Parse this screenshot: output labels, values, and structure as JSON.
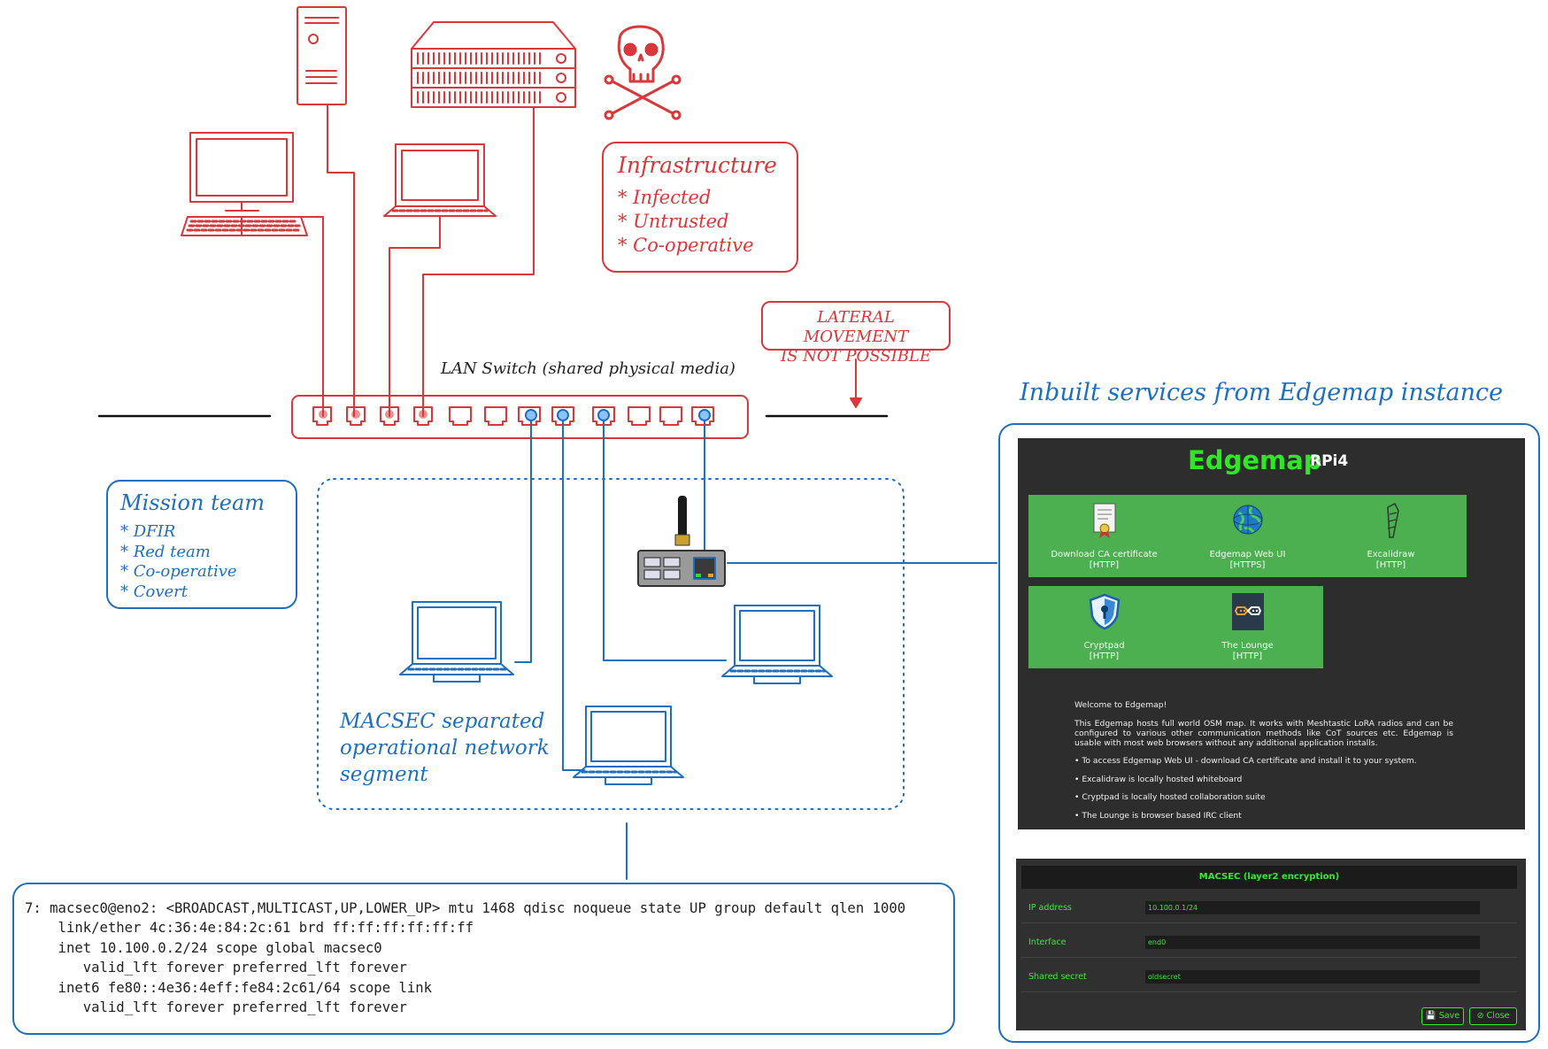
{
  "infrastructure": {
    "title": "Infrastructure",
    "items": [
      "* Infected",
      "* Untrusted",
      "* Co-operative"
    ]
  },
  "lateral_movement": {
    "line1": "LATERAL MOVEMENT",
    "line2": "IS NOT POSSIBLE"
  },
  "switch": {
    "label": "LAN Switch (shared physical media)"
  },
  "mission_team": {
    "title": "Mission team",
    "items": [
      "* DFIR",
      "* Red team",
      "* Co-operative",
      "* Covert"
    ]
  },
  "segment": {
    "lines": [
      "MACSEC separated",
      "operational network",
      "segment"
    ]
  },
  "services": {
    "title": "Inbuilt services from Edgemap instance"
  },
  "terminal": {
    "lines": [
      "7: macsec0@eno2: <BROADCAST,MULTICAST,UP,LOWER_UP> mtu 1468 qdisc noqueue state UP group default qlen 1000",
      "    link/ether 4c:36:4e:84:2c:61 brd ff:ff:ff:ff:ff:ff",
      "    inet 10.100.0.2/24 scope global macsec0",
      "       valid_lft forever preferred_lft forever",
      "    inet6 fe80::4e36:4eff:fe84:2c61/64 scope link",
      "       valid_lft forever preferred_lft forever"
    ]
  },
  "edgemap": {
    "logo": "Edgemap",
    "subtitle": "RPi4",
    "tiles": [
      {
        "name": "Download CA certificate",
        "proto": "[HTTP]",
        "icon": "certificate-icon"
      },
      {
        "name": "Edgemap Web UI",
        "proto": "[HTTPS]",
        "icon": "globe-icon"
      },
      {
        "name": "Excalidraw",
        "proto": "[HTTP]",
        "icon": "pencil-icon"
      },
      {
        "name": "Cryptpad",
        "proto": "[HTTP]",
        "icon": "shield-key-icon"
      },
      {
        "name": "The Lounge",
        "proto": "[HTTP]",
        "icon": "chat-icon"
      }
    ],
    "welcome": {
      "heading": "Welcome to Edgemap!",
      "intro": "This Edgemap hosts full world OSM map. It works with Meshtastic LoRA radios and can be configured to various other communication methods like CoT sources etc. Edgemap is usable with most web browsers without any additional application installs.",
      "bullets": [
        "• To access Edgemap Web UI - download CA certificate and install it to your system.",
        "• Excalidraw is locally hosted whiteboard",
        "• Cryptpad is locally hosted collaboration suite",
        "• The Lounge is browser based IRC client"
      ]
    }
  },
  "macsec": {
    "title": "MACSEC (layer2 encryption)",
    "fields": [
      {
        "label": "IP address",
        "value": "10.100.0.1/24"
      },
      {
        "label": "Interface",
        "value": "end0"
      },
      {
        "label": "Shared secret",
        "value": "oldsecret"
      }
    ],
    "save_label": "💾 Save",
    "close_label": "⊘ Close"
  },
  "colors": {
    "red": "#d9383a",
    "blue": "#1f6fc1",
    "green": "#4caf50",
    "neon": "#2ee826"
  }
}
